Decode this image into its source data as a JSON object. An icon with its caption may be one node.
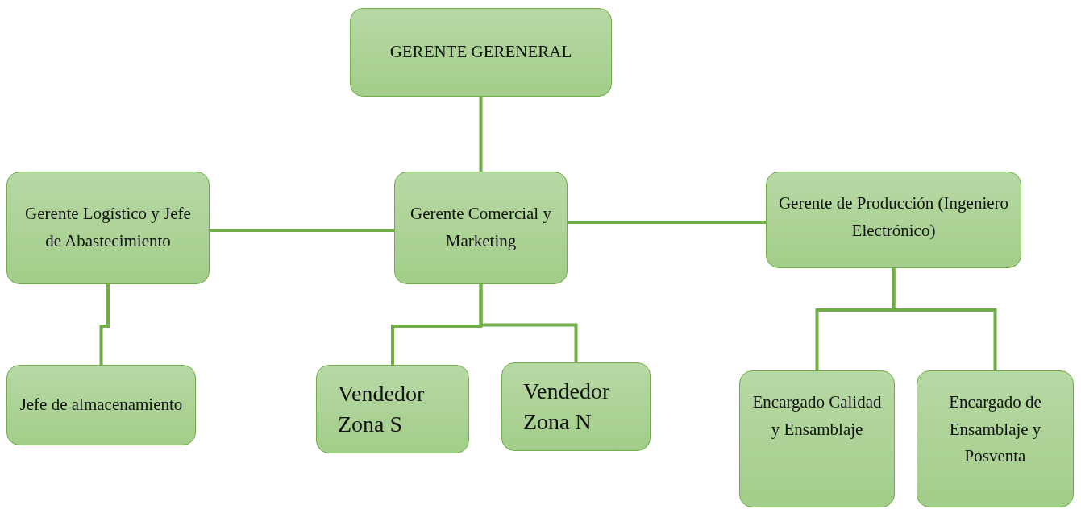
{
  "diagram": {
    "nodes": [
      {
        "text": [
          "GERENTE GERENERAL"
        ]
      },
      {
        "text": [
          "Gerente Logístico y Jefe de Abastecimiento"
        ]
      },
      {
        "text": [
          "Gerente Comercial y Marketing"
        ]
      },
      {
        "text": [
          "Gerente de Producción (Ingeniero Electrónico)"
        ]
      },
      {
        "text": [
          "Jefe de almacenamiento"
        ]
      },
      {
        "text": [
          "Vendedor Zona S"
        ]
      },
      {
        "text": [
          "Vendedor Zona N"
        ]
      },
      {
        "text": [
          "Encargado Calidad y Ensamblaje"
        ]
      },
      {
        "text": [
          "Encargado de Ensamblaje y Posventa"
        ]
      }
    ],
    "edges": [
      {
        "from": 0,
        "to": 2,
        "arrow": "none"
      },
      {
        "from": 2,
        "to": 1,
        "arrow": "none"
      },
      {
        "from": 2,
        "to": 3,
        "arrow": "none"
      },
      {
        "from": 1,
        "to": 4,
        "arrow": "none"
      },
      {
        "from": 2,
        "to": 5,
        "arrow": "none"
      },
      {
        "from": 2,
        "to": 6,
        "arrow": "none"
      },
      {
        "from": 3,
        "to": 7,
        "arrow": "none"
      },
      {
        "from": 3,
        "to": 8,
        "arrow": "none"
      }
    ]
  }
}
